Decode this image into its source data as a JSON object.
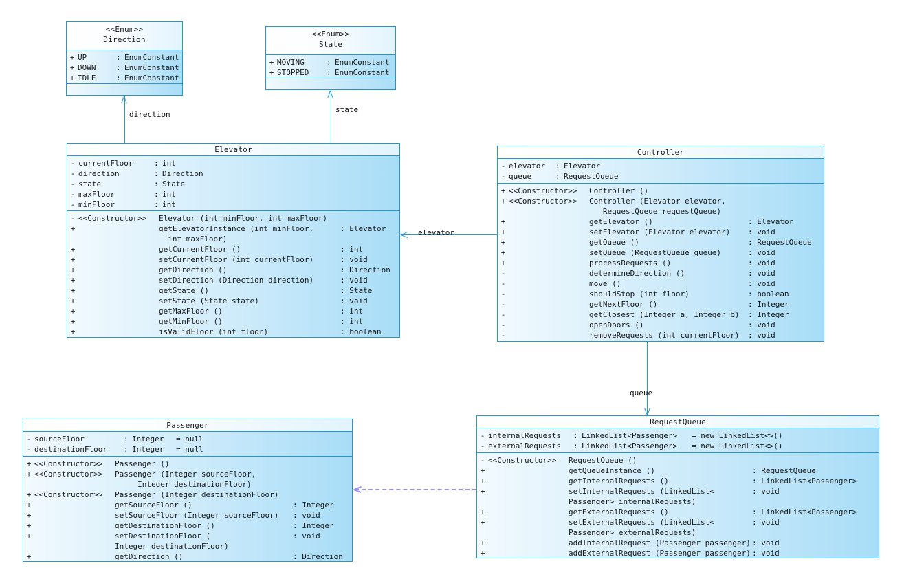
{
  "diagram": {
    "title": "Elevator System UML Class Diagram",
    "type": "uml-class-diagram",
    "colors": {
      "border": "#2196d8",
      "fill_light": "#f2fafe",
      "fill_dark": "#a8ddf7",
      "header_fill": "#ffffff",
      "connector": "#2196d8",
      "dependency": "#9a92e8"
    }
  },
  "classes": {
    "direction": {
      "stereotype": "<<Enum>>",
      "name": "Direction",
      "attributes": [
        {
          "vis": "+",
          "name": "UP",
          "sep": ":",
          "type": "EnumConstant"
        },
        {
          "vis": "+",
          "name": "DOWN",
          "sep": ":",
          "type": "EnumConstant"
        },
        {
          "vis": "+",
          "name": "IDLE",
          "sep": ":",
          "type": "EnumConstant"
        }
      ],
      "operations": []
    },
    "state": {
      "stereotype": "<<Enum>>",
      "name": "State",
      "attributes": [
        {
          "vis": "+",
          "name": "MOVING",
          "sep": ":",
          "type": "EnumConstant"
        },
        {
          "vis": "+",
          "name": "STOPPED",
          "sep": ":",
          "type": "EnumConstant"
        }
      ],
      "operations": []
    },
    "elevator": {
      "stereotype": "",
      "name": "Elevator",
      "attributes": [
        {
          "vis": "-",
          "name": "currentFloor",
          "sep": ":",
          "type": "int"
        },
        {
          "vis": "-",
          "name": "direction",
          "sep": ":",
          "type": "Direction"
        },
        {
          "vis": "-",
          "name": "state",
          "sep": ":",
          "type": "State"
        },
        {
          "vis": "-",
          "name": "maxFloor",
          "sep": ":",
          "type": "int"
        },
        {
          "vis": "-",
          "name": "minFloor",
          "sep": ":",
          "type": "int"
        }
      ],
      "operations": [
        {
          "vis": "-",
          "stereo": "<<Constructor>>",
          "sig": "Elevator (int minFloor, int maxFloor)",
          "ret": ""
        },
        {
          "vis": "+",
          "stereo": "",
          "sig": "getElevatorInstance (int minFloor,\n  int maxFloor)",
          "ret": ": Elevator"
        },
        {
          "vis": "+",
          "stereo": "",
          "sig": "getCurrentFloor ()",
          "ret": ": int"
        },
        {
          "vis": "+",
          "stereo": "",
          "sig": "setCurrentFloor (int currentFloor)",
          "ret": ": void"
        },
        {
          "vis": "+",
          "stereo": "",
          "sig": "getDirection ()",
          "ret": ": Direction"
        },
        {
          "vis": "+",
          "stereo": "",
          "sig": "setDirection (Direction direction)",
          "ret": ": void"
        },
        {
          "vis": "+",
          "stereo": "",
          "sig": "getState ()",
          "ret": ": State"
        },
        {
          "vis": "+",
          "stereo": "",
          "sig": "setState (State state)",
          "ret": ": void"
        },
        {
          "vis": "+",
          "stereo": "",
          "sig": "getMaxFloor ()",
          "ret": ": int"
        },
        {
          "vis": "+",
          "stereo": "",
          "sig": "getMinFloor ()",
          "ret": ": int"
        },
        {
          "vis": "+",
          "stereo": "",
          "sig": "isValidFloor (int floor)",
          "ret": ": boolean"
        }
      ]
    },
    "controller": {
      "stereotype": "",
      "name": "Controller",
      "attributes": [
        {
          "vis": "-",
          "name": "elevator",
          "sep": ":",
          "type": "Elevator"
        },
        {
          "vis": "-",
          "name": "queue",
          "sep": ":",
          "type": "RequestQueue"
        }
      ],
      "operations": [
        {
          "vis": "+",
          "stereo": "<<Constructor>>",
          "sig": "Controller ()",
          "ret": ""
        },
        {
          "vis": "+",
          "stereo": "<<Constructor>>",
          "sig": "Controller (Elevator elevator,\n   RequestQueue requestQueue)",
          "ret": ""
        },
        {
          "vis": "+",
          "stereo": "",
          "sig": "getElevator ()",
          "ret": ": Elevator"
        },
        {
          "vis": "+",
          "stereo": "",
          "sig": "setElevator (Elevator elevator)",
          "ret": ": void"
        },
        {
          "vis": "+",
          "stereo": "",
          "sig": "getQueue ()",
          "ret": ": RequestQueue"
        },
        {
          "vis": "+",
          "stereo": "",
          "sig": "setQueue (RequestQueue queue)",
          "ret": ": void"
        },
        {
          "vis": "+",
          "stereo": "",
          "sig": "processRequests ()",
          "ret": ": void"
        },
        {
          "vis": "-",
          "stereo": "",
          "sig": "determineDirection ()",
          "ret": ": void"
        },
        {
          "vis": "-",
          "stereo": "",
          "sig": "move ()",
          "ret": ": void"
        },
        {
          "vis": "-",
          "stereo": "",
          "sig": "shouldStop (int floor)",
          "ret": ": boolean"
        },
        {
          "vis": "-",
          "stereo": "",
          "sig": "getNextFloor ()",
          "ret": ": Integer"
        },
        {
          "vis": "-",
          "stereo": "",
          "sig": "getClosest (Integer a, Integer b)",
          "ret": ": Integer"
        },
        {
          "vis": "-",
          "stereo": "",
          "sig": "openDoors ()",
          "ret": ": void"
        },
        {
          "vis": "-",
          "stereo": "",
          "sig": "removeRequests (int currentFloor)",
          "ret": ": void"
        }
      ]
    },
    "passenger": {
      "stereotype": "",
      "name": "Passenger",
      "attributes": [
        {
          "vis": "-",
          "name": "sourceFloor",
          "sep": ":",
          "type": "Integer",
          "default": "= null"
        },
        {
          "vis": "-",
          "name": "destinationFloor",
          "sep": ":",
          "type": "Integer",
          "default": "= null"
        }
      ],
      "operations": [
        {
          "vis": "+",
          "stereo": "<<Constructor>>",
          "sig": "Passenger ()",
          "ret": ""
        },
        {
          "vis": "+",
          "stereo": "<<Constructor>>",
          "sig": "Passenger (Integer sourceFloor,\n     Integer destinationFloor)",
          "ret": ""
        },
        {
          "vis": "+",
          "stereo": "<<Constructor>>",
          "sig": "Passenger (Integer destinationFloor)",
          "ret": ""
        },
        {
          "vis": "+",
          "stereo": "",
          "sig": "getSourceFloor ()",
          "ret": ": Integer"
        },
        {
          "vis": "+",
          "stereo": "",
          "sig": "setSourceFloor (Integer sourceFloor)",
          "ret": ": void"
        },
        {
          "vis": "+",
          "stereo": "",
          "sig": "getDestinationFloor ()",
          "ret": ": Integer"
        },
        {
          "vis": "+",
          "stereo": "",
          "sig": "setDestinationFloor (\nInteger destinationFloor)",
          "ret": ": void"
        },
        {
          "vis": "+",
          "stereo": "",
          "sig": "getDirection ()",
          "ret": ": Direction"
        }
      ]
    },
    "requestqueue": {
      "stereotype": "",
      "name": "RequestQueue",
      "attributes": [
        {
          "vis": "-",
          "name": "internalRequests",
          "sep": ":",
          "type": "LinkedList<Passenger>",
          "default": "= new LinkedList<>()"
        },
        {
          "vis": "-",
          "name": "externalRequests",
          "sep": ":",
          "type": "LinkedList<Passenger>",
          "default": "= new LinkedList<>()"
        }
      ],
      "operations": [
        {
          "vis": "-",
          "stereo": "<<Constructor>>",
          "sig": "RequestQueue ()",
          "ret": ""
        },
        {
          "vis": "+",
          "stereo": "",
          "sig": "getQueueInstance ()",
          "ret": ": RequestQueue"
        },
        {
          "vis": "+",
          "stereo": "",
          "sig": "getInternalRequests ()",
          "ret": ": LinkedList<Passenger>"
        },
        {
          "vis": "+",
          "stereo": "",
          "sig": "setInternalRequests (LinkedList<\nPassenger> internalRequests)",
          "ret": ": void"
        },
        {
          "vis": "+",
          "stereo": "",
          "sig": "getExternalRequests ()",
          "ret": ": LinkedList<Passenger>"
        },
        {
          "vis": "+",
          "stereo": "",
          "sig": "setExternalRequests (LinkedList<\nPassenger> externalRequests)",
          "ret": ": void"
        },
        {
          "vis": "+",
          "stereo": "",
          "sig": "addInternalRequest (Passenger passenger)",
          "ret": ": void"
        },
        {
          "vis": "+",
          "stereo": "",
          "sig": "addExternalRequest (Passenger passenger)",
          "ret": ": void"
        }
      ]
    }
  },
  "edges": {
    "direction_label": "direction",
    "state_label": "state",
    "elevator_label": "elevator",
    "queue_label": "queue",
    "passenger_dep_label": ""
  }
}
